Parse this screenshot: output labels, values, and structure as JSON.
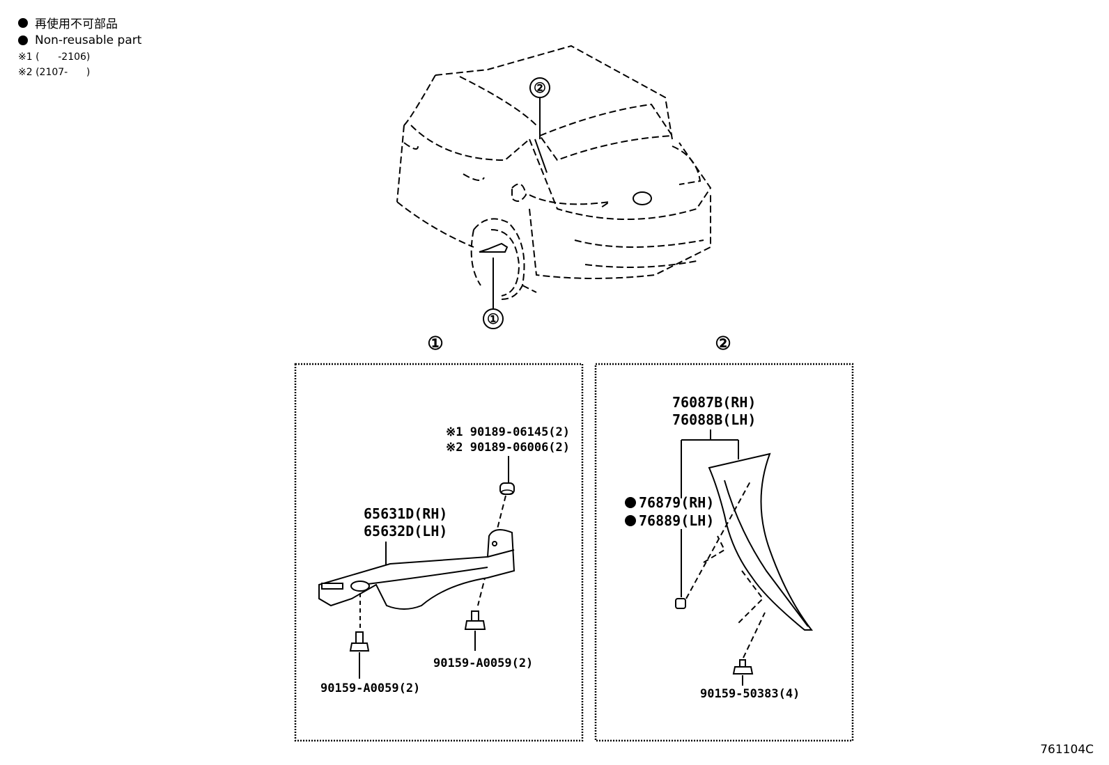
{
  "legend": {
    "non_reusable_jp": "再使用不可部品",
    "non_reusable_en": "Non-reusable part",
    "note1": "※1 (      -2106)",
    "note2": "※2 (2107-      )"
  },
  "callouts": {
    "one": "①",
    "two": "②"
  },
  "panel1": {
    "title": "①",
    "cap_nut_1": "※1 90189-06145(2)",
    "cap_nut_2": "※2 90189-06006(2)",
    "bracket_rh": "65631D(RH)",
    "bracket_lh": "65632D(LH)",
    "bolt_left": "90159-A0059(2)",
    "bolt_right": "90159-A0059(2)"
  },
  "panel2": {
    "title": "②",
    "garnish_rh": "76087B(RH)",
    "garnish_lh": "76088B(LH)",
    "clip_rh": "76879(RH)",
    "clip_lh": "76889(LH)",
    "screw": "90159-50383(4)"
  },
  "diagram_code": "761104C"
}
